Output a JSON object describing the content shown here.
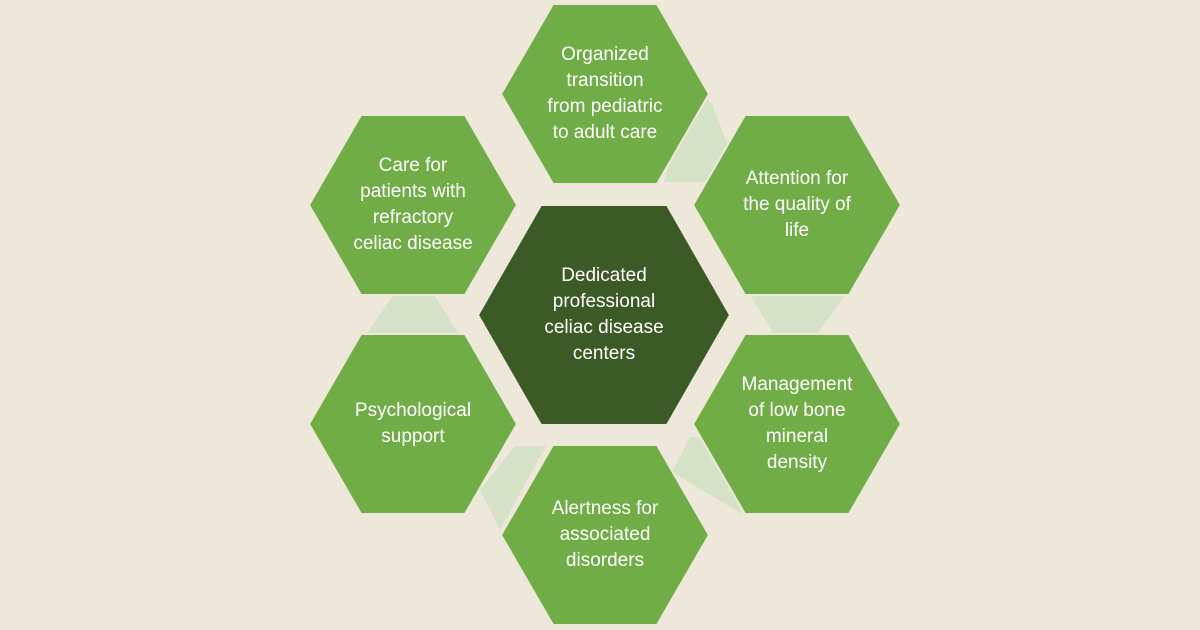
{
  "colors": {
    "background": "#ede8d9",
    "center_hex": "#3b5a26",
    "outer_hex": "#70ad47",
    "connector": "#d5e2c8",
    "text": "#ffffff"
  },
  "center": {
    "label": "Dedicated\nprofessional\nceliac disease\ncenters"
  },
  "outer_nodes": [
    {
      "id": "transition",
      "label": "Organized\ntransition\nfrom pediatric\nto adult care"
    },
    {
      "id": "quality-of-life",
      "label": "Attention for\nthe quality of\nlife"
    },
    {
      "id": "bone-density",
      "label": "Management\nof low bone\nmineral\ndensity"
    },
    {
      "id": "associated-disorders",
      "label": "Alertness for\nassociated\ndisorders"
    },
    {
      "id": "psychological-support",
      "label": "Psychological\nsupport"
    },
    {
      "id": "refractory",
      "label": "Care for\npatients with\nrefractory\nceliac disease"
    }
  ]
}
